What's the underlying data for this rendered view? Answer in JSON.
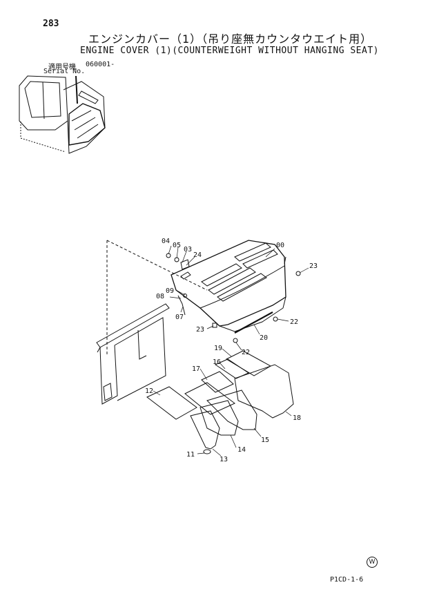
{
  "page_number": "283",
  "title_jp": "エンジンカバー（1）（吊り座無カウンタウエイト用）",
  "title_en": "ENGINE COVER (1)(COUNTERWEIGHT WITHOUT HANGING SEAT)",
  "serial_label_jp": "適用号機",
  "serial_value": "060001-",
  "serial_label_en": "Serial No.",
  "footer_code": "P1CD-1-6",
  "mark": "W",
  "callouts": {
    "c00": "00",
    "c03": "03",
    "c04": "04",
    "c05": "05",
    "c07": "07",
    "c08": "08",
    "c09": "09",
    "c11": "11",
    "c12": "12",
    "c13": "13",
    "c14": "14",
    "c15": "15",
    "c16": "16",
    "c17": "17",
    "c18": "18",
    "c19": "19",
    "c20": "20",
    "c22a": "22",
    "c22b": "22",
    "c23a": "23",
    "c23b": "23",
    "c24": "24"
  }
}
